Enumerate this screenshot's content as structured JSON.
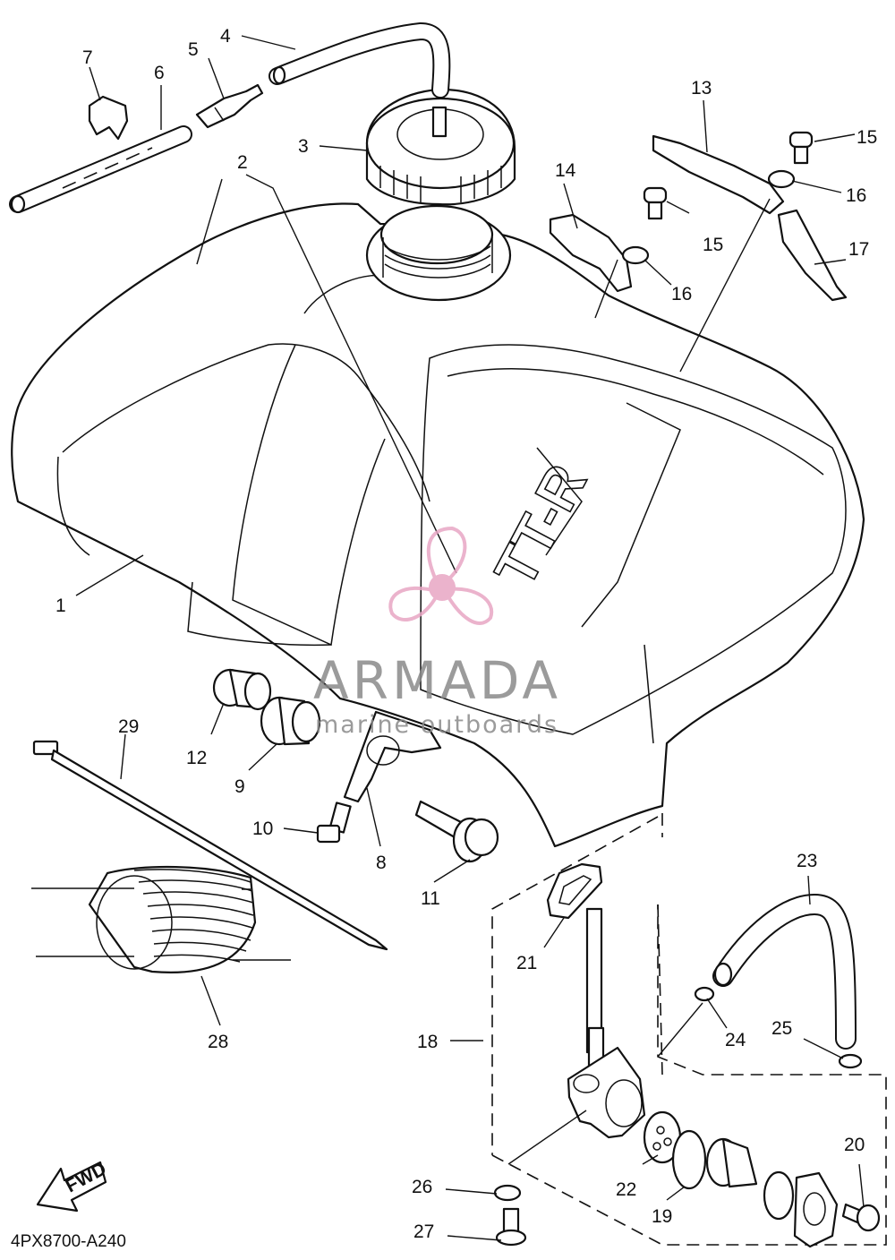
{
  "diagram": {
    "code": "4PX8700-A240",
    "fwd_label": "FWD",
    "part_labels": [
      "1",
      "2",
      "3",
      "4",
      "5",
      "6",
      "7",
      "8",
      "9",
      "10",
      "11",
      "12",
      "13",
      "14",
      "15",
      "15",
      "16",
      "16",
      "17",
      "18",
      "19",
      "20",
      "21",
      "22",
      "23",
      "24",
      "25",
      "26",
      "27",
      "28",
      "29"
    ],
    "tank_logo_text": "TT-R"
  },
  "watermark": {
    "brand": "ARMADA",
    "tagline": "marine outboards",
    "brand_color": "#8a8a8a",
    "logo_color": "#e8a6c4"
  }
}
